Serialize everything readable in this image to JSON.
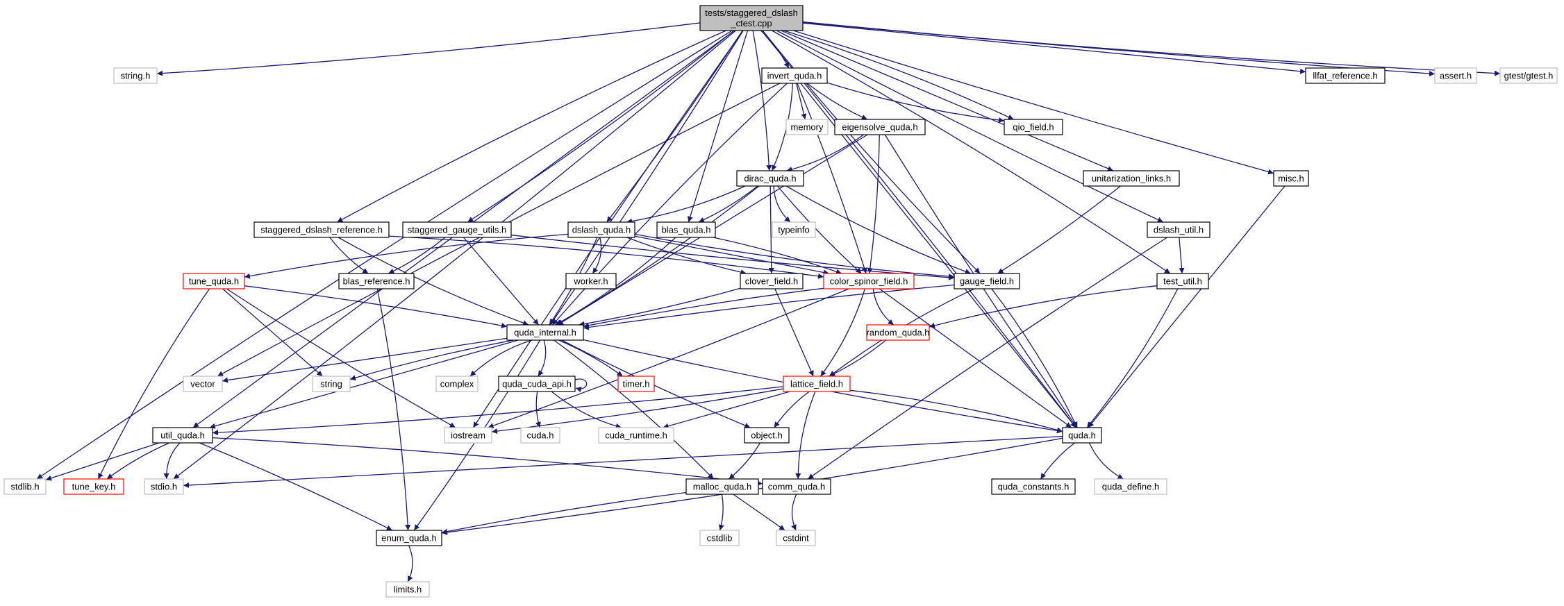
{
  "graph": {
    "colors": {
      "edge": "#191970",
      "node_border_normal": "#000000",
      "node_border_external": "#bfbfbf",
      "node_border_incomplete": "#ff0000",
      "root_fill": "#bfbfbf"
    },
    "nodes": [
      {
        "id": "root",
        "label": "tests/staggered_dslash\n_ctest.cpp",
        "style": "root"
      },
      {
        "id": "string_h",
        "label": "string.h",
        "style": "gray"
      },
      {
        "id": "invert_quda",
        "label": "invert_quda.h",
        "style": "black"
      },
      {
        "id": "llfat_reference",
        "label": "llfat_reference.h",
        "style": "black"
      },
      {
        "id": "assert_h",
        "label": "assert.h",
        "style": "gray"
      },
      {
        "id": "gtest",
        "label": "gtest/gtest.h",
        "style": "gray"
      },
      {
        "id": "memory",
        "label": "memory",
        "style": "gray"
      },
      {
        "id": "eigensolve",
        "label": "eigensolve_quda.h",
        "style": "black"
      },
      {
        "id": "qio_field",
        "label": "qio_field.h",
        "style": "black"
      },
      {
        "id": "dirac_quda",
        "label": "dirac_quda.h",
        "style": "black"
      },
      {
        "id": "unitarization",
        "label": "unitarization_links.h",
        "style": "black"
      },
      {
        "id": "misc",
        "label": "misc.h",
        "style": "black"
      },
      {
        "id": "typeinfo",
        "label": "typeinfo",
        "style": "gray"
      },
      {
        "id": "stag_dslash_ref",
        "label": "staggered_dslash_reference.h",
        "style": "black"
      },
      {
        "id": "stag_gauge_utils",
        "label": "staggered_gauge_utils.h",
        "style": "black"
      },
      {
        "id": "dslash_quda",
        "label": "dslash_quda.h",
        "style": "black"
      },
      {
        "id": "blas_quda",
        "label": "blas_quda.h",
        "style": "black"
      },
      {
        "id": "dslash_util",
        "label": "dslash_util.h",
        "style": "black"
      },
      {
        "id": "tune_quda",
        "label": "tune_quda.h",
        "style": "red"
      },
      {
        "id": "blas_reference",
        "label": "blas_reference.h",
        "style": "black"
      },
      {
        "id": "worker",
        "label": "worker.h",
        "style": "black"
      },
      {
        "id": "clover_field",
        "label": "clover_field.h",
        "style": "black"
      },
      {
        "id": "color_spinor_field",
        "label": "color_spinor_field.h",
        "style": "red"
      },
      {
        "id": "gauge_field",
        "label": "gauge_field.h",
        "style": "black"
      },
      {
        "id": "test_util",
        "label": "test_util.h",
        "style": "black"
      },
      {
        "id": "quda_internal",
        "label": "quda_internal.h",
        "style": "black"
      },
      {
        "id": "random_quda",
        "label": "random_quda.h",
        "style": "red"
      },
      {
        "id": "vector",
        "label": "vector",
        "style": "gray"
      },
      {
        "id": "string",
        "label": "string",
        "style": "gray"
      },
      {
        "id": "complex",
        "label": "complex",
        "style": "gray"
      },
      {
        "id": "quda_cuda_api",
        "label": "quda_cuda_api.h",
        "style": "black"
      },
      {
        "id": "timer",
        "label": "timer.h",
        "style": "red"
      },
      {
        "id": "lattice_field",
        "label": "lattice_field.h",
        "style": "red"
      },
      {
        "id": "util_quda",
        "label": "util_quda.h",
        "style": "black"
      },
      {
        "id": "iostream",
        "label": "iostream",
        "style": "gray"
      },
      {
        "id": "cuda_h",
        "label": "cuda.h",
        "style": "gray"
      },
      {
        "id": "cuda_runtime",
        "label": "cuda_runtime.h",
        "style": "gray"
      },
      {
        "id": "object",
        "label": "object.h",
        "style": "black"
      },
      {
        "id": "quda_h",
        "label": "quda.h",
        "style": "black"
      },
      {
        "id": "stdlib",
        "label": "stdlib.h",
        "style": "gray"
      },
      {
        "id": "tune_key",
        "label": "tune_key.h",
        "style": "red"
      },
      {
        "id": "stdio",
        "label": "stdio.h",
        "style": "gray"
      },
      {
        "id": "malloc_quda",
        "label": "malloc_quda.h",
        "style": "black"
      },
      {
        "id": "comm_quda",
        "label": "comm_quda.h",
        "style": "black"
      },
      {
        "id": "quda_constants",
        "label": "quda_constants.h",
        "style": "black"
      },
      {
        "id": "quda_define",
        "label": "quda_define.h",
        "style": "gray"
      },
      {
        "id": "enum_quda",
        "label": "enum_quda.h",
        "style": "black"
      },
      {
        "id": "cstdlib",
        "label": "cstdlib",
        "style": "gray"
      },
      {
        "id": "cstdint",
        "label": "cstdint",
        "style": "gray"
      },
      {
        "id": "limits",
        "label": "limits.h",
        "style": "gray"
      }
    ],
    "edges": [
      [
        "root",
        "string_h"
      ],
      [
        "root",
        "invert_quda"
      ],
      [
        "root",
        "llfat_reference"
      ],
      [
        "root",
        "assert_h"
      ],
      [
        "root",
        "gtest"
      ],
      [
        "root",
        "qio_field"
      ],
      [
        "root",
        "dirac_quda"
      ],
      [
        "root",
        "unitarization"
      ],
      [
        "root",
        "misc"
      ],
      [
        "root",
        "stag_dslash_ref"
      ],
      [
        "root",
        "stag_gauge_utils"
      ],
      [
        "root",
        "dslash_quda"
      ],
      [
        "root",
        "blas_quda"
      ],
      [
        "root",
        "dslash_util"
      ],
      [
        "root",
        "gauge_field"
      ],
      [
        "root",
        "test_util"
      ],
      [
        "root",
        "quda_internal"
      ],
      [
        "root",
        "util_quda"
      ],
      [
        "root",
        "iostream"
      ],
      [
        "root",
        "stdlib"
      ],
      [
        "root",
        "stdio"
      ],
      [
        "root",
        "quda_h"
      ],
      [
        "invert_quda",
        "memory"
      ],
      [
        "invert_quda",
        "eigensolve"
      ],
      [
        "invert_quda",
        "qio_field"
      ],
      [
        "invert_quda",
        "dirac_quda"
      ],
      [
        "invert_quda",
        "color_spinor_field"
      ],
      [
        "invert_quda",
        "quda_h"
      ],
      [
        "invert_quda",
        "vector"
      ],
      [
        "invert_quda",
        "quda_internal"
      ],
      [
        "eigensolve",
        "dirac_quda"
      ],
      [
        "eigensolve",
        "color_spinor_field"
      ],
      [
        "eigensolve",
        "quda_internal"
      ],
      [
        "eigensolve",
        "quda_h"
      ],
      [
        "dirac_quda",
        "typeinfo"
      ],
      [
        "dirac_quda",
        "dslash_quda"
      ],
      [
        "dirac_quda",
        "blas_quda"
      ],
      [
        "dirac_quda",
        "clover_field"
      ],
      [
        "dirac_quda",
        "color_spinor_field"
      ],
      [
        "dirac_quda",
        "gauge_field"
      ],
      [
        "dirac_quda",
        "quda_internal"
      ],
      [
        "unitarization",
        "gauge_field"
      ],
      [
        "misc",
        "quda_h"
      ],
      [
        "stag_dslash_ref",
        "blas_reference"
      ],
      [
        "stag_dslash_ref",
        "quda_internal"
      ],
      [
        "stag_dslash_ref",
        "color_spinor_field"
      ],
      [
        "stag_gauge_utils",
        "blas_reference"
      ],
      [
        "stag_gauge_utils",
        "quda_internal"
      ],
      [
        "stag_gauge_utils",
        "gauge_field"
      ],
      [
        "dslash_quda",
        "tune_quda"
      ],
      [
        "dslash_quda",
        "worker"
      ],
      [
        "dslash_quda",
        "quda_internal"
      ],
      [
        "dslash_quda",
        "color_spinor_field"
      ],
      [
        "dslash_quda",
        "clover_field"
      ],
      [
        "dslash_quda",
        "gauge_field"
      ],
      [
        "blas_quda",
        "quda_internal"
      ],
      [
        "blas_quda",
        "color_spinor_field"
      ],
      [
        "dslash_util",
        "test_util"
      ],
      [
        "dslash_util",
        "comm_quda"
      ],
      [
        "test_util",
        "random_quda"
      ],
      [
        "test_util",
        "quda_h"
      ],
      [
        "tune_quda",
        "quda_internal"
      ],
      [
        "tune_quda",
        "string"
      ],
      [
        "tune_quda",
        "iostream"
      ],
      [
        "tune_quda",
        "tune_key"
      ],
      [
        "blas_reference",
        "enum_quda"
      ],
      [
        "clover_field",
        "quda_internal"
      ],
      [
        "clover_field",
        "lattice_field"
      ],
      [
        "color_spinor_field",
        "quda_internal"
      ],
      [
        "color_spinor_field",
        "random_quda"
      ],
      [
        "color_spinor_field",
        "lattice_field"
      ],
      [
        "color_spinor_field",
        "iostream"
      ],
      [
        "color_spinor_field",
        "quda_h"
      ],
      [
        "gauge_field",
        "quda_internal"
      ],
      [
        "gauge_field",
        "lattice_field"
      ],
      [
        "gauge_field",
        "quda_h"
      ],
      [
        "random_quda",
        "lattice_field"
      ],
      [
        "quda_internal",
        "vector"
      ],
      [
        "quda_internal",
        "string"
      ],
      [
        "quda_internal",
        "complex"
      ],
      [
        "quda_internal",
        "quda_cuda_api"
      ],
      [
        "quda_internal",
        "timer"
      ],
      [
        "quda_internal",
        "util_quda"
      ],
      [
        "quda_internal",
        "object"
      ],
      [
        "quda_internal",
        "quda_h"
      ],
      [
        "quda_internal",
        "malloc_quda"
      ],
      [
        "quda_internal",
        "enum_quda"
      ],
      [
        "quda_cuda_api",
        "quda_cuda_api"
      ],
      [
        "quda_cuda_api",
        "cuda_h"
      ],
      [
        "quda_cuda_api",
        "cuda_runtime"
      ],
      [
        "lattice_field",
        "util_quda"
      ],
      [
        "lattice_field",
        "iostream"
      ],
      [
        "lattice_field",
        "cuda_runtime"
      ],
      [
        "lattice_field",
        "object"
      ],
      [
        "lattice_field",
        "comm_quda"
      ],
      [
        "lattice_field",
        "quda_h"
      ],
      [
        "object",
        "malloc_quda"
      ],
      [
        "util_quda",
        "stdlib"
      ],
      [
        "util_quda",
        "tune_key"
      ],
      [
        "util_quda",
        "stdio"
      ],
      [
        "util_quda",
        "comm_quda"
      ],
      [
        "util_quda",
        "enum_quda"
      ],
      [
        "quda_h",
        "stdio"
      ],
      [
        "quda_h",
        "quda_constants"
      ],
      [
        "quda_h",
        "quda_define"
      ],
      [
        "quda_h",
        "enum_quda"
      ],
      [
        "malloc_quda",
        "cstdlib"
      ],
      [
        "malloc_quda",
        "cstdint"
      ],
      [
        "malloc_quda",
        "enum_quda"
      ],
      [
        "comm_quda",
        "cstdint"
      ],
      [
        "enum_quda",
        "limits"
      ]
    ]
  }
}
